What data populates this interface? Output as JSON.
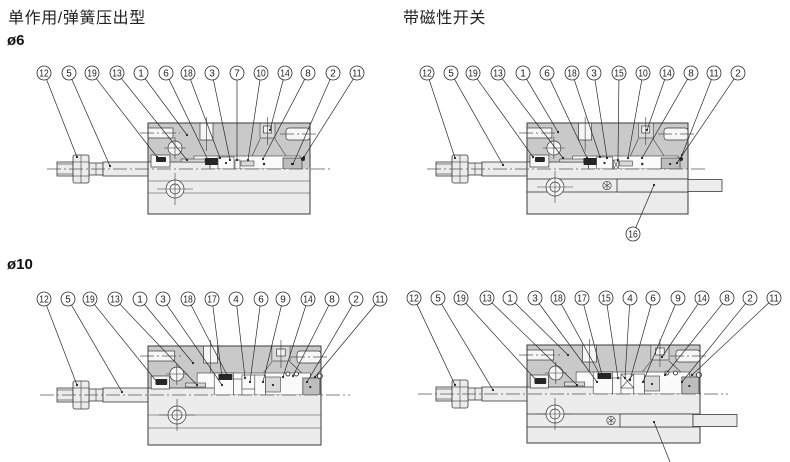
{
  "headings": {
    "left_title": "单作用/弹簧压出型",
    "right_title": "带磁性开关"
  },
  "sections": {
    "bore_6": "ø6",
    "bore_10": "ø10"
  },
  "diagrams": {
    "phi6_single_acting": {
      "callouts": [
        "12",
        "5",
        "19",
        "13",
        "1",
        "6",
        "18",
        "3",
        "7",
        "10",
        "14",
        "8",
        "2",
        "11"
      ]
    },
    "phi6_with_switch": {
      "callouts": [
        "12",
        "5",
        "19",
        "13",
        "1",
        "6",
        "18",
        "3",
        "15",
        "10",
        "14",
        "8",
        "11",
        "2"
      ],
      "switch_callout": "16"
    },
    "phi10_single_acting": {
      "callouts": [
        "12",
        "5",
        "19",
        "13",
        "1",
        "3",
        "18",
        "17",
        "4",
        "6",
        "9",
        "14",
        "8",
        "2",
        "11"
      ]
    },
    "phi10_with_switch": {
      "callouts": [
        "12",
        "5",
        "19",
        "13",
        "1",
        "3",
        "18",
        "17",
        "15",
        "4",
        "6",
        "9",
        "14",
        "8",
        "2",
        "11"
      ]
    }
  },
  "colors": {
    "body_section": "#c9c9c9",
    "body_face": "#ececec",
    "line": "#3a3a3a"
  }
}
